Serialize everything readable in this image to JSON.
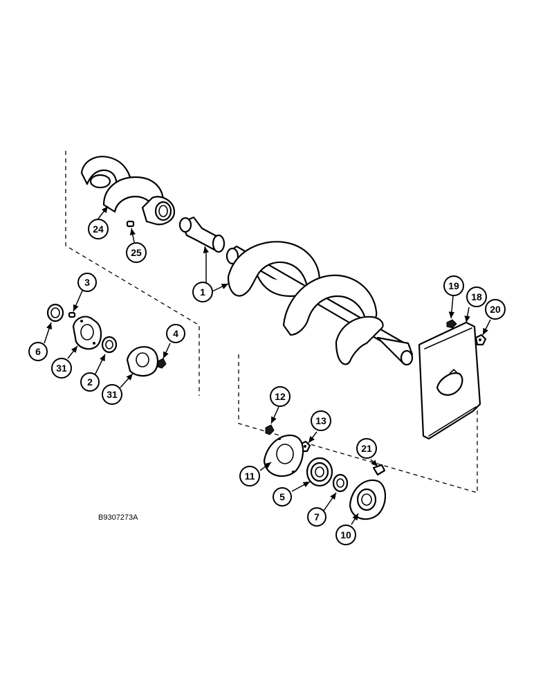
{
  "figure_id": "B9307273A",
  "callouts": [
    "24",
    "25",
    "1",
    "3",
    "6",
    "31",
    "2",
    "31",
    "4",
    "19",
    "18",
    "20",
    "12",
    "13",
    "11",
    "5",
    "21",
    "7",
    "10"
  ]
}
